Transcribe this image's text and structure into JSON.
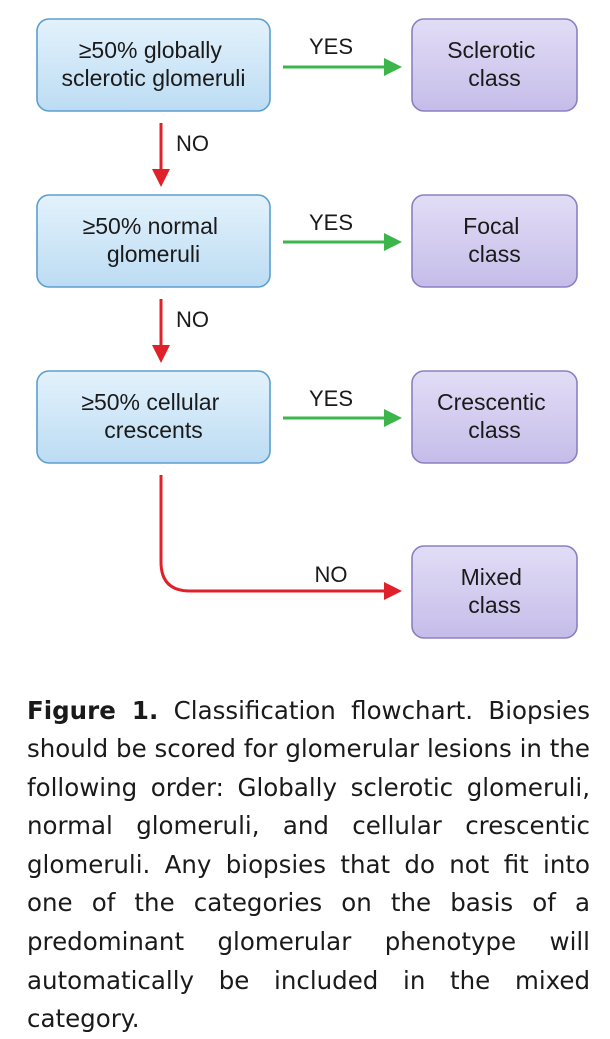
{
  "nodes": {
    "q1": {
      "lines": [
        "≥50% globally",
        "sclerotic glomeruli"
      ]
    },
    "q2": {
      "lines": [
        "≥50% normal",
        "glomeruli"
      ]
    },
    "q3": {
      "lines": [
        "≥50% cellular",
        "crescents"
      ]
    },
    "sclerotic": {
      "lines": [
        "Sclerotic",
        "class"
      ]
    },
    "focal": {
      "lines": [
        "Focal",
        "class"
      ]
    },
    "crescentic": {
      "lines": [
        "Crescentic",
        "class"
      ]
    },
    "mixed": {
      "lines": [
        "Mixed",
        "class"
      ]
    }
  },
  "edges": {
    "q1_sclerotic": "YES",
    "q1_q2": "NO",
    "q2_focal": "YES",
    "q2_q3": "NO",
    "q3_crescentic": "YES",
    "q3_mixed": "NO"
  },
  "colors": {
    "question_fill": "#cde7f8",
    "question_stroke": "#5d9fcf",
    "class_fill": "#d3cdef",
    "class_stroke": "#8b80c2",
    "yes_arrow": "#3cb54a",
    "no_arrow": "#e0212a"
  },
  "caption": {
    "label": "Figure 1.",
    "text": "Classification flowchart. Biopsies should be scored for glomerular lesions in the following order: Globally sclerotic glomeruli, normal glomeruli, and cellular crescentic glomeruli. Any biopsies that do not fit into one of the categories on the basis of a predominant glomerular phenotype will automatically be included in the mixed category."
  }
}
